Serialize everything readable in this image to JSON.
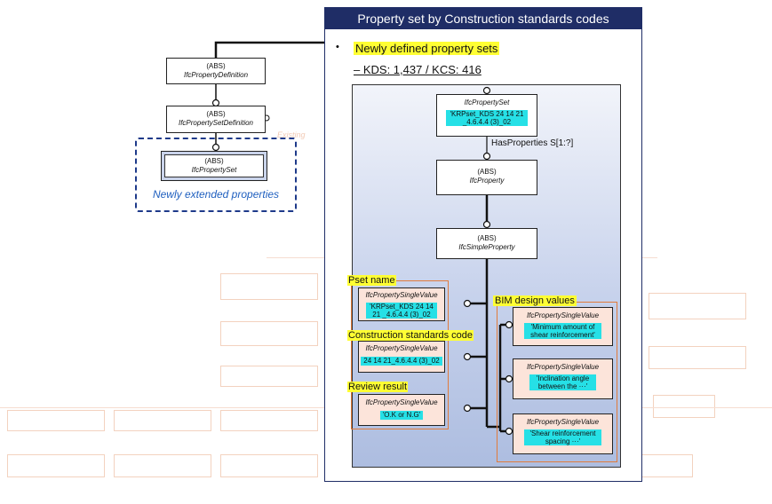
{
  "panel": {
    "title": "Property set by Construction standards codes",
    "bullet_heading": "Newly defined property sets",
    "counts_line": "– KDS: 1,437 / KCS: 416"
  },
  "left_diagram": {
    "abs1": "(ABS)",
    "entity1": "IfcPropertyDefinition",
    "abs2": "(ABS)",
    "entity2": "IfcPropertySetDefinition",
    "abs3": "(ABS)",
    "entity3": "IfcPropertySet",
    "extended_caption": "Newly extended properties"
  },
  "inner_diagram": {
    "pset_entity": "IfcPropertySet",
    "pset_value": "'KRPset_KDS 24 14 21 _4.6.4.4 (3)_02",
    "has_properties": "HasProperties S[1:?]",
    "abs_a": "(ABS)",
    "ifc_property": "IfcProperty",
    "abs_b": "(ABS)",
    "ifc_simple_property": "IfcSimpleProperty",
    "pset_name_label": "Pset name",
    "sv1_entity": "IfcPropertySingleValue",
    "sv1_value": "'KRPset_KDS 24 14 21 _4.6.4.4 (3)_02",
    "csc_label": "Construction standards code",
    "sv2_entity": "IfcPropertySingleValue",
    "sv2_value": "24 14 21_4.6.4.4 (3)_02",
    "review_label": "Review result",
    "sv3_entity": "IfcPropertySingleValue",
    "sv3_value": "'O.K or N.G'",
    "bim_label": "BIM design values",
    "sv4_entity": "IfcPropertySingleValue",
    "sv4_value": "'Minimum amount of shear reinforcement'",
    "sv5_entity": "IfcPropertySingleValue",
    "sv5_value": "'Inclination angle between the ···'",
    "sv6_entity": "IfcPropertySingleValue",
    "sv6_value": "'Shear reinforcement spacing ···'"
  },
  "colors": {
    "title_bar": "#1f2d66",
    "inner_gradient_top": "#f2f4fa",
    "inner_gradient_bottom": "#adbde0",
    "cyan_highlight": "#26e0e6",
    "yellow_highlight": "#ffff33",
    "orange_group": "#e07b3c",
    "dashed_border": "#1e3a8a",
    "extended_caption": "#1f5fbf"
  }
}
